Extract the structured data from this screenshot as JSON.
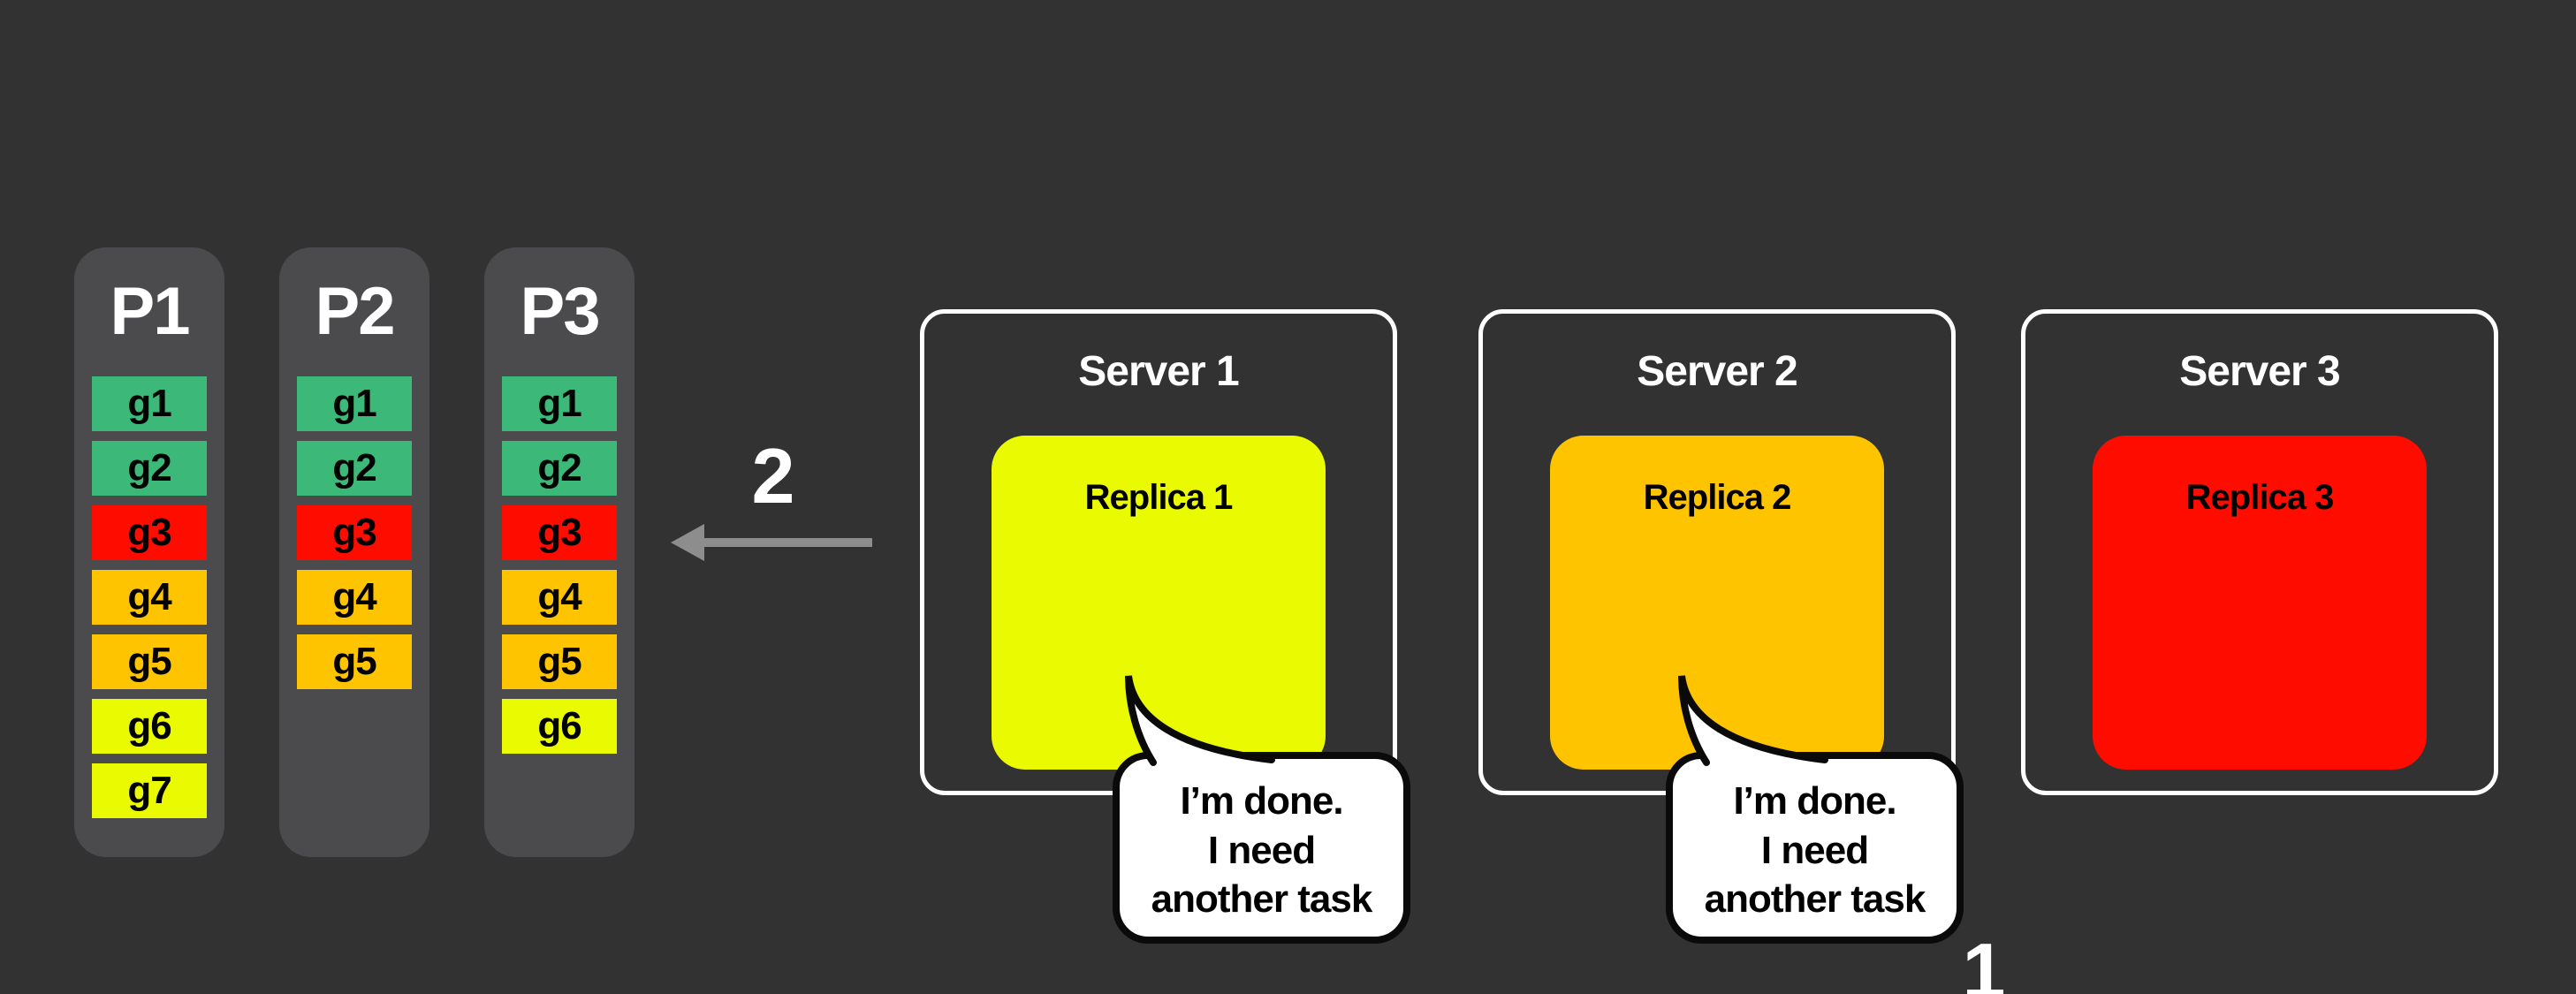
{
  "colors": {
    "background": "#333233",
    "panel": "#4b4b4e",
    "teal": "#3cb878",
    "red": "#ff0c00",
    "orange": "#ffc400",
    "yellow": "#eafa00",
    "arrow_gray": "#8d8d8d",
    "bubble_border": "#0a0a0a"
  },
  "labels": {
    "arrow_step": "2",
    "bottom_step": "1"
  },
  "partitions": [
    {
      "title": "P1",
      "groups": [
        {
          "label": "g1",
          "color": "#3cb878"
        },
        {
          "label": "g2",
          "color": "#3cb878"
        },
        {
          "label": "g3",
          "color": "#ff0c00"
        },
        {
          "label": "g4",
          "color": "#ffc400"
        },
        {
          "label": "g5",
          "color": "#ffc400"
        },
        {
          "label": "g6",
          "color": "#eafa00"
        },
        {
          "label": "g7",
          "color": "#eafa00"
        }
      ]
    },
    {
      "title": "P2",
      "groups": [
        {
          "label": "g1",
          "color": "#3cb878"
        },
        {
          "label": "g2",
          "color": "#3cb878"
        },
        {
          "label": "g3",
          "color": "#ff0c00"
        },
        {
          "label": "g4",
          "color": "#ffc400"
        },
        {
          "label": "g5",
          "color": "#ffc400"
        }
      ]
    },
    {
      "title": "P3",
      "groups": [
        {
          "label": "g1",
          "color": "#3cb878"
        },
        {
          "label": "g2",
          "color": "#3cb878"
        },
        {
          "label": "g3",
          "color": "#ff0c00"
        },
        {
          "label": "g4",
          "color": "#ffc400"
        },
        {
          "label": "g5",
          "color": "#ffc400"
        },
        {
          "label": "g6",
          "color": "#eafa00"
        }
      ]
    }
  ],
  "servers": [
    {
      "title": "Server 1",
      "replica": {
        "label": "Replica 1",
        "color": "#eafa00"
      }
    },
    {
      "title": "Server 2",
      "replica": {
        "label": "Replica 2",
        "color": "#ffc400"
      }
    },
    {
      "title": "Server 3",
      "replica": {
        "label": "Replica 3",
        "color": "#ff0c00"
      }
    }
  ],
  "speech_bubbles": [
    {
      "lines": [
        "I’m done.",
        "I need",
        "another task"
      ]
    },
    {
      "lines": [
        "I’m done.",
        "I need",
        "another task"
      ]
    }
  ]
}
